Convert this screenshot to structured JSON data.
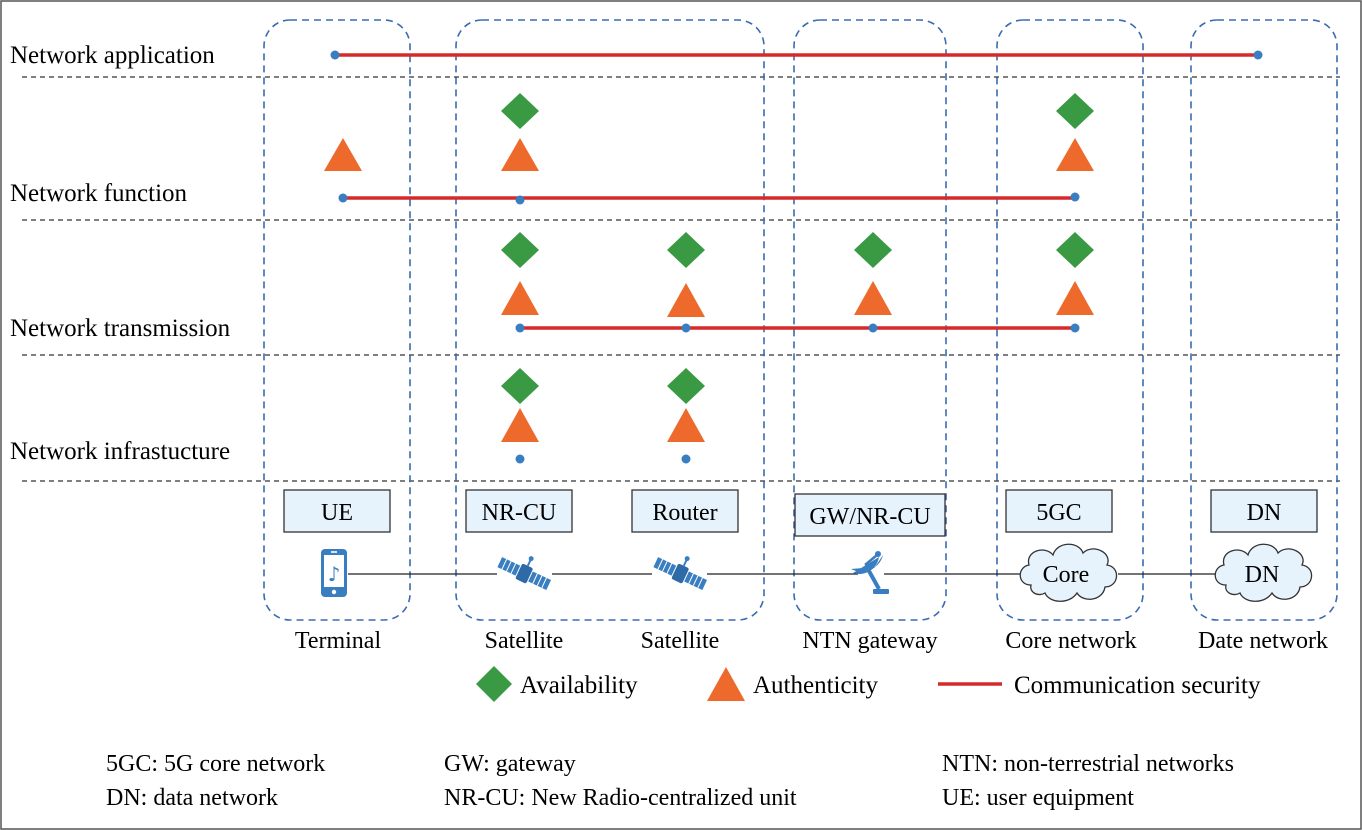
{
  "layers": [
    "Network application",
    "Network function",
    "Network transmission",
    "Network infrastucture"
  ],
  "columns": [
    {
      "node_box": "UE",
      "label": "Terminal",
      "icon": "smartphone-icon"
    },
    {
      "node_box": "NR-CU",
      "label": "Satellite",
      "icon": "satellite-icon"
    },
    {
      "node_box": "Router",
      "label": "Satellite",
      "icon": "satellite-icon"
    },
    {
      "node_box": "GW/NR-CU",
      "label": "NTN gateway",
      "icon": "satellite-dish-icon"
    },
    {
      "node_box": "5GC",
      "label": "Core network",
      "icon": "cloud-icon",
      "cloud_text": "Core"
    },
    {
      "node_box": "DN",
      "label": "Date network",
      "icon": "cloud-icon",
      "cloud_text": "DN"
    }
  ],
  "legend": {
    "availability": "Availability",
    "authenticity": "Authenticity",
    "communication_security": "Communication security"
  },
  "footnotes": [
    "5GC: 5G core network",
    "DN: data network",
    "GW: gateway",
    "NR-CU: New Radio-centralized unit",
    "NTN: non-terrestrial networks",
    "UE: user equipment"
  ],
  "colors": {
    "availability": "#3a9a44",
    "authenticity": "#ee6a2c",
    "communication_security": "#d62a2a",
    "dot": "#3a7ec2",
    "group_border": "#3b6bb0",
    "icon": "#3a7ec2"
  }
}
